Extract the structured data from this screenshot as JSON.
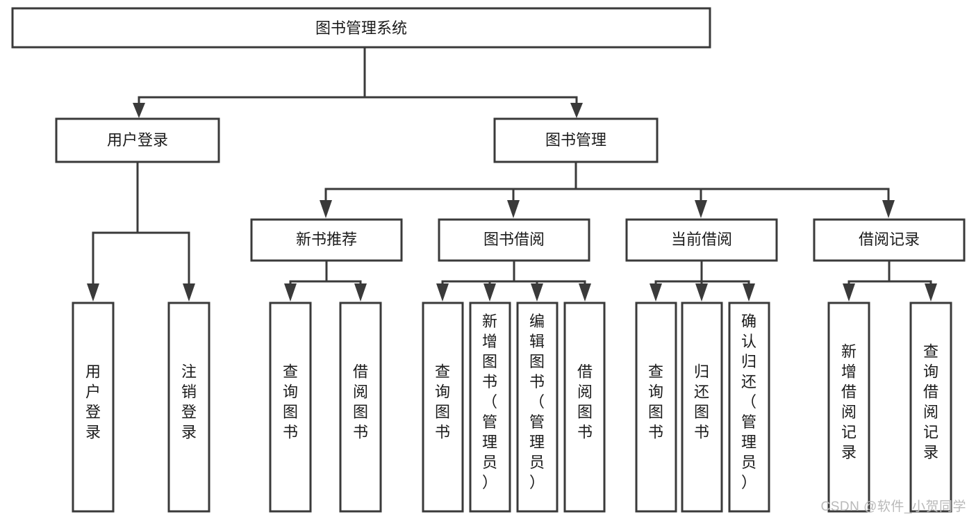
{
  "diagram": {
    "type": "tree-hierarchy-chart",
    "title": "图书管理系统",
    "watermark": "CSDN @软件_小贺同学",
    "colors": {
      "stroke": "#3a3a3a",
      "fill": "#ffffff",
      "text": "#1b1b1b",
      "watermark": "#b9b9b9"
    },
    "root": {
      "label": "图书管理系统"
    },
    "level1": [
      {
        "label": "用户登录"
      },
      {
        "label": "图书管理"
      }
    ],
    "level2": [
      {
        "label": "新书推荐"
      },
      {
        "label": "图书借阅"
      },
      {
        "label": "当前借阅"
      },
      {
        "label": "借阅记录"
      }
    ],
    "leaves": {
      "user_login": [
        {
          "label": "用户登录"
        },
        {
          "label": "注销登录"
        }
      ],
      "new_book_recommend": [
        {
          "label": "查询图书"
        },
        {
          "label": "借阅图书"
        }
      ],
      "book_borrow": [
        {
          "label": "查询图书"
        },
        {
          "label": "新增图书（管理员）"
        },
        {
          "label": "编辑图书（管理员）"
        },
        {
          "label": "借阅图书"
        }
      ],
      "current_borrow": [
        {
          "label": "查询图书"
        },
        {
          "label": "归还图书"
        },
        {
          "label": "确认归还（管理员）"
        }
      ],
      "borrow_record": [
        {
          "label": "新增借阅记录"
        },
        {
          "label": "查询借阅记录"
        }
      ]
    }
  }
}
